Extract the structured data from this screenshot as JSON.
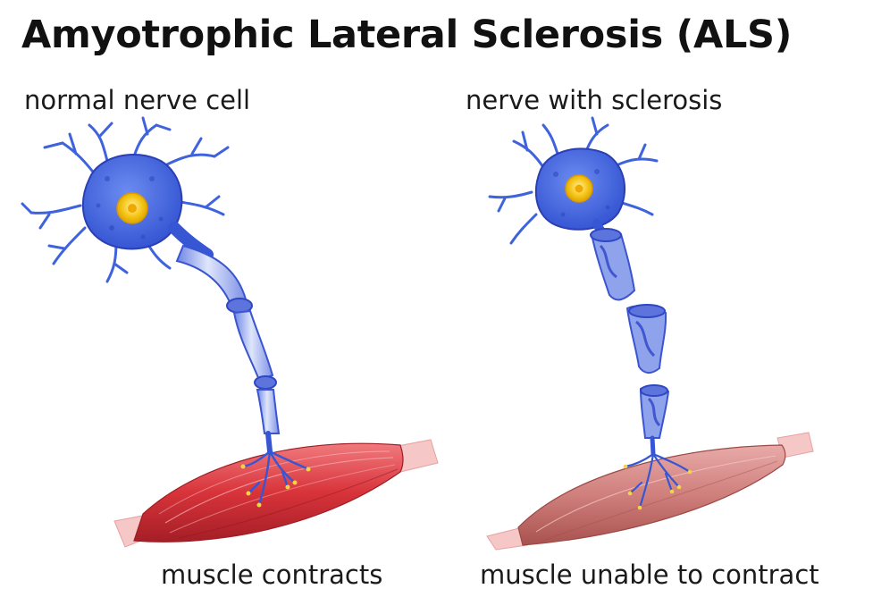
{
  "title": "Amyotrophic Lateral Sclerosis (ALS)",
  "panels": {
    "normal": {
      "label": "normal nerve cell",
      "muscle_label": "muscle contracts"
    },
    "sclerosis": {
      "label": "nerve with sclerosis",
      "muscle_label": "muscle unable to contract"
    }
  },
  "colors": {
    "neuron_blue": "#4a6fe0",
    "neuron_dark": "#2b3fb3",
    "nucleus": "#f5c518",
    "axon_light": "#b8c6f2",
    "sheath_damaged": "#6f86e6",
    "muscle_healthy": "#d8333a",
    "muscle_weak": "#cf7f7c",
    "tendon": "#f6c7c7"
  }
}
